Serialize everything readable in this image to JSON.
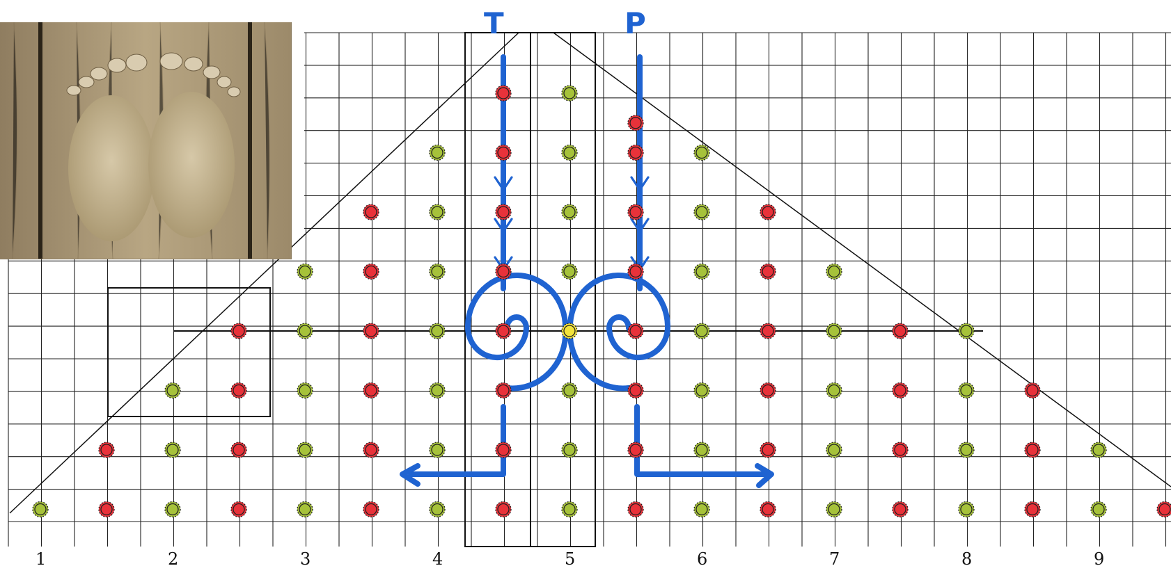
{
  "diagram": {
    "top_labels": [
      "T",
      "P"
    ],
    "axis_numbers": [
      "1",
      "2",
      "3",
      "4",
      "5",
      "6",
      "7",
      "8",
      "9"
    ],
    "colors": {
      "red_dot": "#e8323a",
      "green_dot": "#a6c23a",
      "yellow_dot": "#f2e33b",
      "blue_ink": "#1f63d1",
      "grid": "#222222"
    },
    "photo_subject": "two carved footprints in a wooden floor",
    "dot_rows": [
      {
        "row": 1,
        "dots": [
          [
            "red",
            4.5
          ],
          [
            "green",
            5
          ]
        ]
      },
      {
        "row": 1.5,
        "dots": [
          [
            "red",
            5.5
          ]
        ]
      },
      {
        "row": 2,
        "dots": [
          [
            "green",
            4
          ],
          [
            "red",
            4.5
          ],
          [
            "green",
            5
          ],
          [
            "red",
            5.5
          ],
          [
            "green",
            6
          ]
        ]
      },
      {
        "row": 3,
        "dots": [
          [
            "red",
            3.5
          ],
          [
            "green",
            4
          ],
          [
            "red",
            4.5
          ],
          [
            "green",
            5
          ],
          [
            "red",
            5.5
          ],
          [
            "green",
            6
          ],
          [
            "red",
            6.5
          ]
        ]
      },
      {
        "row": 4,
        "dots": [
          [
            "green",
            3
          ],
          [
            "red",
            3.5
          ],
          [
            "green",
            4
          ],
          [
            "red",
            4.5
          ],
          [
            "green",
            5
          ],
          [
            "red",
            5.5
          ],
          [
            "green",
            6
          ],
          [
            "red",
            6.5
          ],
          [
            "green",
            7
          ]
        ]
      },
      {
        "row": 5,
        "dots": [
          [
            "red",
            2.5
          ],
          [
            "green",
            3
          ],
          [
            "red",
            3.5
          ],
          [
            "green",
            4
          ],
          [
            "red",
            4.5
          ],
          [
            "yellow",
            5
          ],
          [
            "red",
            5.5
          ],
          [
            "green",
            6
          ],
          [
            "red",
            6.5
          ],
          [
            "green",
            7
          ],
          [
            "red",
            7.5
          ],
          [
            "green",
            8
          ]
        ]
      },
      {
        "row": 6,
        "dots": [
          [
            "green",
            2
          ],
          [
            "red",
            2.5
          ],
          [
            "green",
            3
          ],
          [
            "red",
            3.5
          ],
          [
            "green",
            4
          ],
          [
            "red",
            4.5
          ],
          [
            "green",
            5
          ],
          [
            "red",
            5.5
          ],
          [
            "green",
            6
          ],
          [
            "red",
            6.5
          ],
          [
            "green",
            7
          ],
          [
            "red",
            7.5
          ],
          [
            "green",
            8
          ],
          [
            "red",
            8.5
          ]
        ]
      },
      {
        "row": 7,
        "dots": [
          [
            "red",
            1.5
          ],
          [
            "green",
            2
          ],
          [
            "red",
            2.5
          ],
          [
            "green",
            3
          ],
          [
            "red",
            3.5
          ],
          [
            "green",
            4
          ],
          [
            "red",
            4.5
          ],
          [
            "green",
            5
          ],
          [
            "red",
            5.5
          ],
          [
            "green",
            6
          ],
          [
            "red",
            6.5
          ],
          [
            "green",
            7
          ],
          [
            "red",
            7.5
          ],
          [
            "green",
            8
          ],
          [
            "red",
            8.5
          ],
          [
            "green",
            9
          ]
        ]
      },
      {
        "row": 8,
        "dots": [
          [
            "green",
            1
          ],
          [
            "red",
            1.5
          ],
          [
            "green",
            2
          ],
          [
            "red",
            2.5
          ],
          [
            "green",
            3
          ],
          [
            "red",
            3.5
          ],
          [
            "green",
            4
          ],
          [
            "red",
            4.5
          ],
          [
            "green",
            5
          ],
          [
            "red",
            5.5
          ],
          [
            "green",
            6
          ],
          [
            "red",
            6.5
          ],
          [
            "green",
            7
          ],
          [
            "red",
            7.5
          ],
          [
            "green",
            8
          ],
          [
            "red",
            8.5
          ],
          [
            "green",
            9
          ],
          [
            "red",
            9.5
          ]
        ]
      }
    ]
  }
}
